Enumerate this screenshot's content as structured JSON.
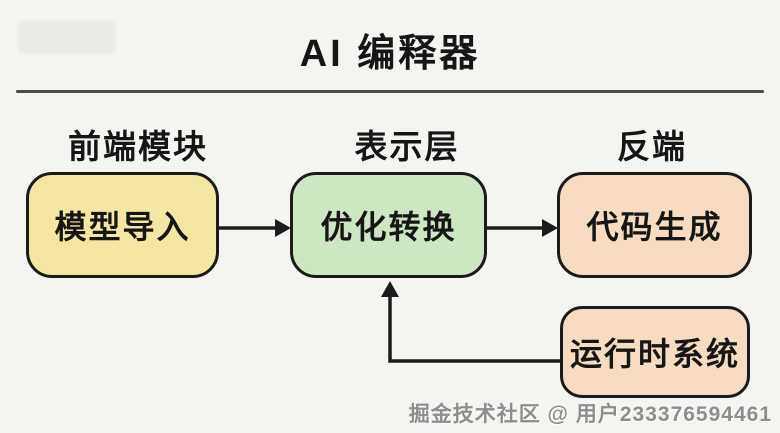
{
  "title": "AI 编释器",
  "columns": {
    "frontend": "前端模块",
    "representation": "表示层",
    "backend": "反端"
  },
  "nodes": {
    "model_import": {
      "label": "模型导入",
      "fill": "#F5E6A4"
    },
    "optimize_transform": {
      "label": "优化转换",
      "fill": "#CDE7C2"
    },
    "code_generation": {
      "label": "代码生成",
      "fill": "#F8DCC1"
    },
    "runtime_system": {
      "label": "运行时系统",
      "fill": "#F8DCC1"
    }
  },
  "edges": [
    {
      "from": "model_import",
      "to": "optimize_transform",
      "direction": "right"
    },
    {
      "from": "optimize_transform",
      "to": "code_generation",
      "direction": "right"
    },
    {
      "from": "runtime_system",
      "to": "optimize_transform",
      "direction": "left-then-up"
    }
  ],
  "watermark": "掘金技术社区 @ 用户233376594461",
  "colors": {
    "background": "#F5F4F0",
    "line": "#1C1C1C",
    "divider": "#4C4C4C",
    "text": "#161616",
    "watermark_text": "#8D8D8D"
  }
}
